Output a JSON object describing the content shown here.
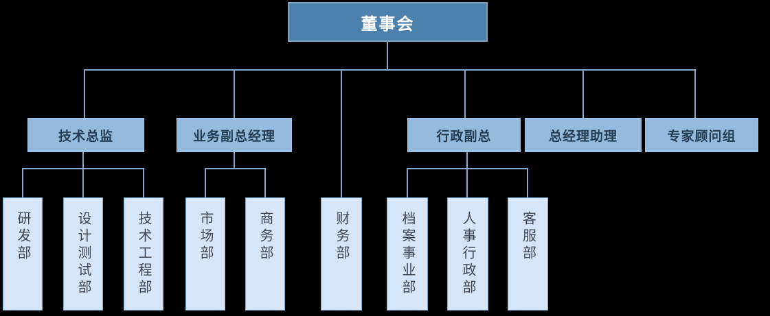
{
  "org": {
    "root": {
      "label": "董事会"
    },
    "branches": [
      {
        "label": "技术总监",
        "departments": [
          "研发部",
          "设计测试部",
          "技术工程部"
        ]
      },
      {
        "label": "业务副总经理",
        "departments": [
          "市场部",
          "商务部"
        ]
      },
      {
        "label": "行政副总",
        "departments": [
          "档案事业部",
          "人事行政部",
          "客服部"
        ]
      },
      {
        "label": "总经理助理",
        "departments": []
      },
      {
        "label": "专家顾问组",
        "departments": []
      }
    ],
    "direct_departments": [
      "财务部"
    ]
  },
  "colors": {
    "background": "#000000",
    "connector": "#87a9c5",
    "root_fill": "#4d81ad",
    "root_text": "#ffffff",
    "manager_fill": "#94bade",
    "manager_text": "#253d53",
    "department_fill": "#d6e5f7",
    "department_border": "#7ca6ce",
    "department_text": "#3f4551"
  }
}
